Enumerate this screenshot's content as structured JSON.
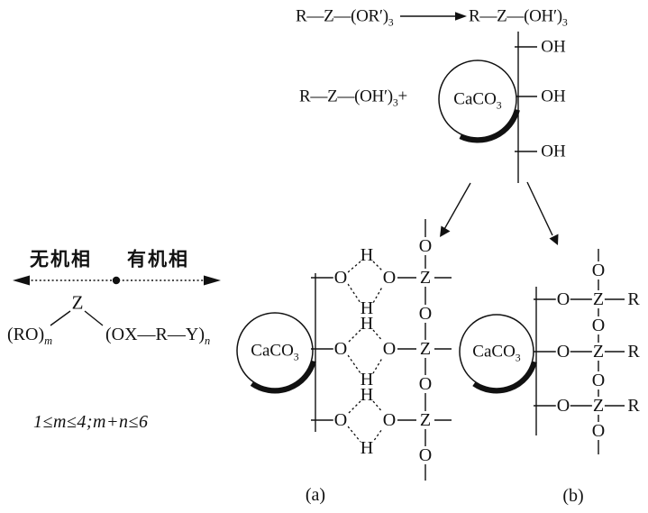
{
  "top_section": {
    "hydrolysis_reactant": "R—Z—(OR′)",
    "hydrolysis_reactant_subscript": "3",
    "hydrolysis_product": "R—Z—(OH′)",
    "hydrolysis_product_subscript": "3",
    "adsorption_reactant": "R—Z—(OH′)",
    "adsorption_reactant_subscript": "3",
    "plus_sign": "+",
    "surface_hydroxyl": "OH"
  },
  "particle": {
    "caco3": "CaCO",
    "caco3_subscript": "3"
  },
  "phase_diagram": {
    "inorganic_phase_label": "无机相",
    "organic_phase_label": "有机相",
    "center_atom": "Z",
    "inorganic_branch": "(RO)",
    "inorganic_branch_subscript": "m",
    "organic_branch": "(OX—R—Y)",
    "organic_branch_subscript": "n",
    "constraint": "1≤m≤4;m+n≤6"
  },
  "atoms": {
    "oxygen": "O",
    "hydrogen": "H",
    "z": "Z",
    "r": "R"
  },
  "structure_labels": {
    "a": "(a)",
    "b": "(b)"
  },
  "colors": {
    "ink": "#111111",
    "background": "#ffffff"
  }
}
